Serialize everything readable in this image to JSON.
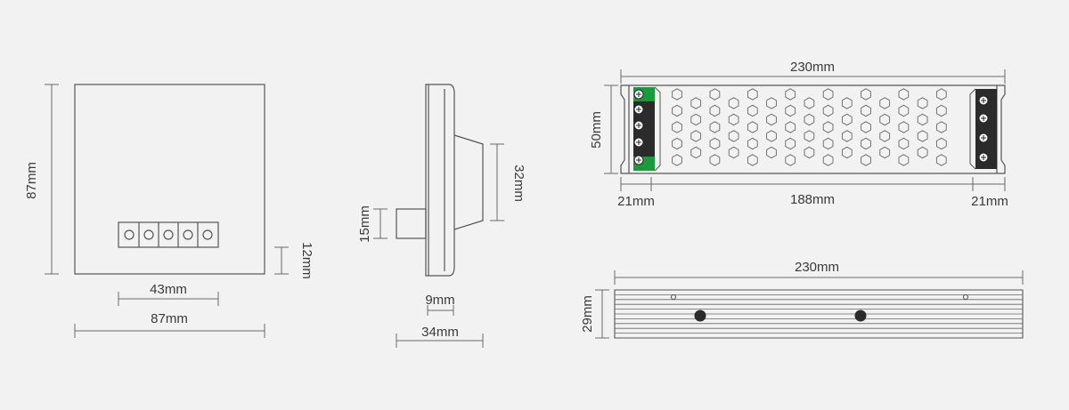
{
  "colors": {
    "background": "#f2f2f2",
    "line": "#555555",
    "dim_line": "#6a6a6a",
    "text": "#3a3a3a",
    "terminal_green": "#1a9a3a",
    "terminal_black": "#2b2b2b"
  },
  "front_view": {
    "height_label": "87mm",
    "terminal_offset_label": "12mm",
    "terminal_width_label": "43mm",
    "width_label": "87mm"
  },
  "side_view": {
    "boss_height_label": "32mm",
    "stub_height_label": "15mm",
    "stub_width_label": "9mm",
    "depth_label": "34mm"
  },
  "top_view": {
    "length_label": "230mm",
    "width_label": "50mm",
    "left_block_label": "21mm",
    "center_label": "188mm",
    "right_block_label": "21mm"
  },
  "profile_view": {
    "length_label": "230mm",
    "height_label": "29mm"
  }
}
